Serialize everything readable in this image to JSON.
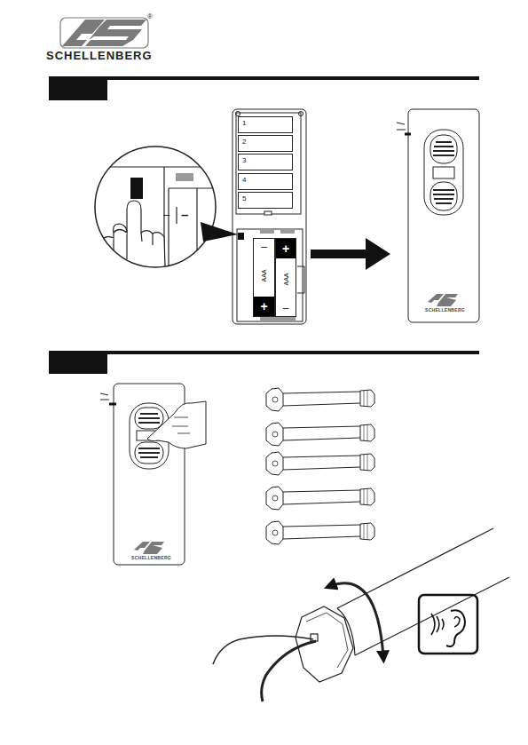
{
  "diagram": {
    "nodes": [
      {
        "text": [
          "1"
        ]
      },
      {
        "text": [
          "2"
        ]
      },
      {
        "text": [
          "3"
        ]
      },
      {
        "text": [
          "4"
        ]
      },
      {
        "text": [
          "5"
        ]
      },
      {
        "text": [
          "–",
          "AAA",
          "+"
        ]
      },
      {
        "text": [
          "+",
          "AAA",
          "–"
        ]
      }
    ],
    "labels": [
      "SCHELLENBERG",
      "®",
      "–",
      "–",
      "SCHELLENBERG",
      "SCHELLENBERG"
    ]
  }
}
